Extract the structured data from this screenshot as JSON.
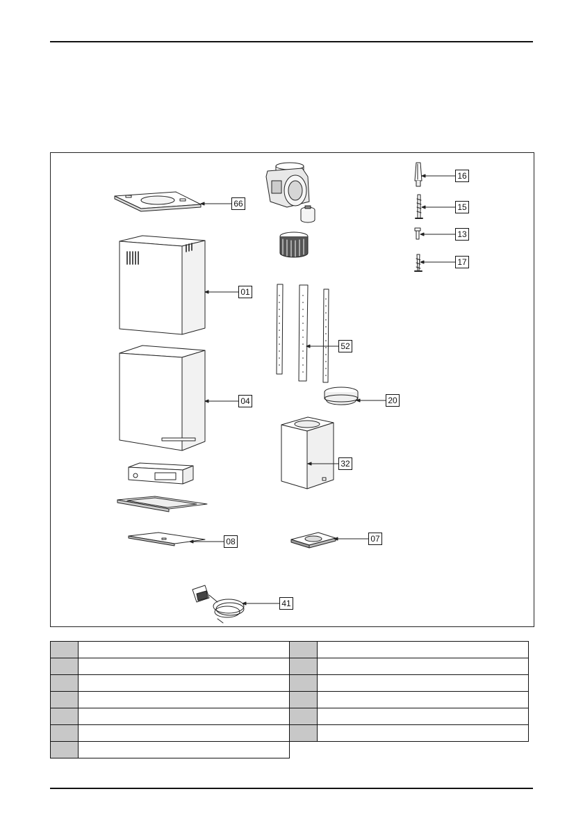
{
  "callouts": {
    "c66": "66",
    "c01": "01",
    "c04": "04",
    "c08": "08",
    "c41": "41",
    "c16": "16",
    "c15": "15",
    "c13": "13",
    "c17": "17",
    "c52": "52",
    "c20": "20",
    "c32": "32",
    "c07": "07"
  },
  "parts_table": {
    "rows": [
      {
        "left_code": "",
        "left_desc": "",
        "right_code": "",
        "right_desc": ""
      },
      {
        "left_code": "",
        "left_desc": "",
        "right_code": "",
        "right_desc": ""
      },
      {
        "left_code": "",
        "left_desc": "",
        "right_code": "",
        "right_desc": ""
      },
      {
        "left_code": "",
        "left_desc": "",
        "right_code": "",
        "right_desc": ""
      },
      {
        "left_code": "",
        "left_desc": "",
        "right_code": "",
        "right_desc": ""
      },
      {
        "left_code": "",
        "left_desc": "",
        "right_code": "",
        "right_desc": ""
      }
    ],
    "last_row": {
      "left_code": "",
      "left_desc": ""
    }
  }
}
